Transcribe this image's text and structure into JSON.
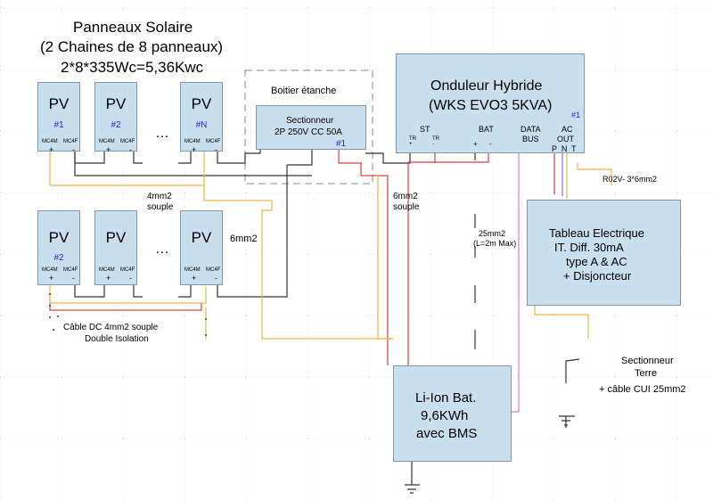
{
  "header": {
    "line1": "Panneaux Solaire",
    "line2": "(2 Chaines de 8 panneaux)",
    "line3": "2*8*335Wc=5,36Kwc"
  },
  "pv": {
    "title": "PV",
    "mc4m": "MC4M",
    "mc4f": "MC4F",
    "plus": "+",
    "minus": "-",
    "ellipsis": "…",
    "row1_numbers": [
      "#1",
      "#2",
      "#N"
    ],
    "row2_numbers": [
      "#2",
      "",
      ""
    ]
  },
  "boitier": {
    "label": "Boitier étanche",
    "sectionneur_line1": "Sectionneur",
    "sectionneur_line2": "2P 250V CC 50A",
    "number": "#1"
  },
  "onduleur": {
    "line1": "Onduleur Hybride",
    "line2": "(WKS EVO3 5KVA)",
    "number": "#1",
    "st": "ST",
    "st_plus": "TR\n+",
    "st_minus": "TR\n-",
    "bat": "BAT",
    "bat_plus": "+",
    "bat_minus": "-",
    "data_bus_1": "DATA",
    "data_bus_2": "BUS",
    "ac_out_1": "AC",
    "ac_out_2": "OUT",
    "pnt": "P  N  T"
  },
  "tableau": {
    "line1": "Tableau Electrique",
    "line2": "IT. Diff. 30mA",
    "line3": "type A & AC",
    "line4": "+ Disjoncteur"
  },
  "battery": {
    "line1": "Li-Ion Bat.",
    "line2": "9,6KWh",
    "line3": "avec BMS"
  },
  "labels": {
    "souple4_1": "4mm2",
    "souple4_2": "souple",
    "mm6": "6mm2",
    "souple6_1": "6mm2",
    "souple6_2": "souple",
    "mm25_1": "25mm2",
    "mm25_2": "(L=2m Max)",
    "r02v": "R02V- 3*6mm2",
    "cable_dc_1": "Câble DC 4mm2 souple",
    "cable_dc_2": "Double Isolation",
    "sect_terre_1": "Sectionneur",
    "sect_terre_2": "Terre",
    "sect_terre_3": "+ câble CUI 25mm2"
  },
  "colors": {
    "box_fill": "#c9dfee",
    "wire_dark": "#333333",
    "wire_red": "#d94040",
    "wire_yellow": "#e8b84a",
    "wire_pink": "#e07ad0",
    "wire_purple": "#8a6fd0",
    "number_blue": "#1a2bd0"
  }
}
